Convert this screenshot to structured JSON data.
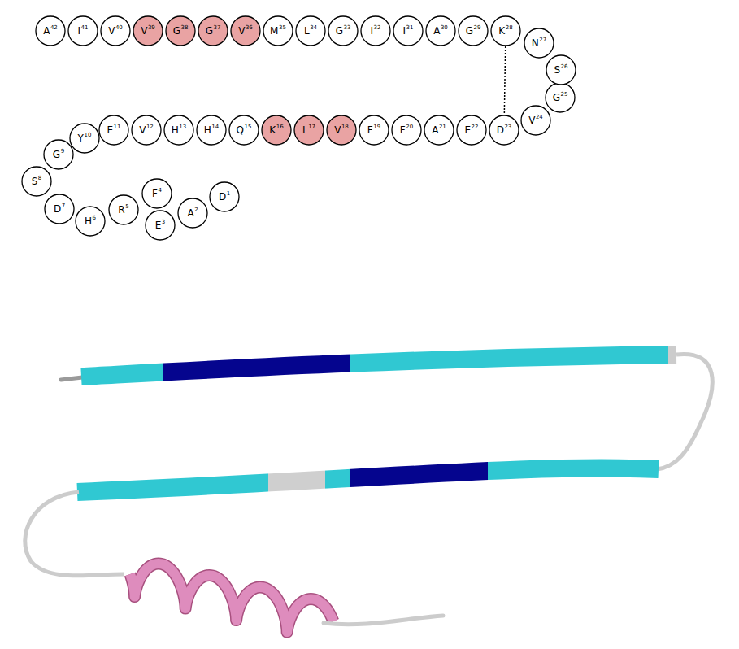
{
  "diagram": {
    "nodes": [
      {
        "text": [
          "D",
          "1"
        ]
      },
      {
        "text": [
          "A",
          "2"
        ]
      },
      {
        "text": [
          "E",
          "3"
        ]
      },
      {
        "text": [
          "F",
          "4"
        ]
      },
      {
        "text": [
          "R",
          "5"
        ]
      },
      {
        "text": [
          "H",
          "6"
        ]
      },
      {
        "text": [
          "D",
          "7"
        ]
      },
      {
        "text": [
          "S",
          "8"
        ]
      },
      {
        "text": [
          "G",
          "9"
        ]
      },
      {
        "text": [
          "Y",
          "10"
        ]
      },
      {
        "text": [
          "E",
          "11"
        ]
      },
      {
        "text": [
          "V",
          "12"
        ]
      },
      {
        "text": [
          "H",
          "13"
        ]
      },
      {
        "text": [
          "H",
          "14"
        ]
      },
      {
        "text": [
          "Q",
          "15"
        ]
      },
      {
        "text": [
          "K",
          "16"
        ]
      },
      {
        "text": [
          "L",
          "17"
        ]
      },
      {
        "text": [
          "V",
          "18"
        ]
      },
      {
        "text": [
          "F",
          "19"
        ]
      },
      {
        "text": [
          "F",
          "20"
        ]
      },
      {
        "text": [
          "A",
          "21"
        ]
      },
      {
        "text": [
          "E",
          "22"
        ]
      },
      {
        "text": [
          "D",
          "23"
        ]
      },
      {
        "text": [
          "V",
          "24"
        ]
      },
      {
        "text": [
          "G",
          "25"
        ]
      },
      {
        "text": [
          "S",
          "26"
        ]
      },
      {
        "text": [
          "N",
          "27"
        ]
      },
      {
        "text": [
          "K",
          "28"
        ]
      },
      {
        "text": [
          "G",
          "29"
        ]
      },
      {
        "text": [
          "A",
          "30"
        ]
      },
      {
        "text": [
          "I",
          "31"
        ]
      },
      {
        "text": [
          "I",
          "32"
        ]
      },
      {
        "text": [
          "G",
          "33"
        ]
      },
      {
        "text": [
          "L",
          "34"
        ]
      },
      {
        "text": [
          "M",
          "35"
        ]
      },
      {
        "text": [
          "V",
          "36"
        ]
      },
      {
        "text": [
          "G",
          "37"
        ]
      },
      {
        "text": [
          "G",
          "38"
        ]
      },
      {
        "text": [
          "V",
          "39"
        ]
      },
      {
        "text": [
          "V",
          "40"
        ]
      },
      {
        "text": [
          "I",
          "41"
        ]
      },
      {
        "text": [
          "A",
          "42"
        ]
      }
    ],
    "edges": [
      {
        "from": 27,
        "to": 22,
        "arrow": "none"
      }
    ]
  }
}
